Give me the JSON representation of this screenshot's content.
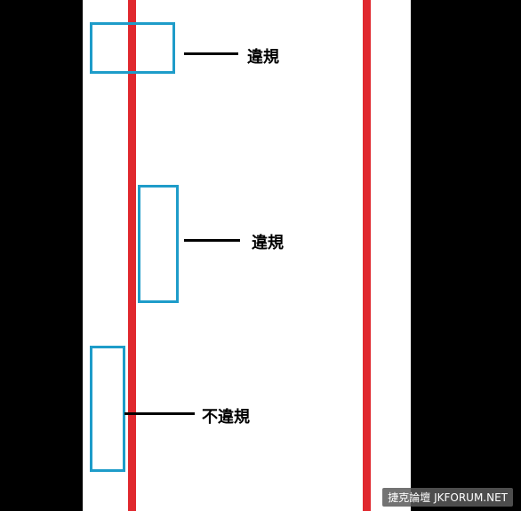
{
  "colors": {
    "background": "#000000",
    "canvas": "#ffffff",
    "line": "#e0282e",
    "box": "#1e9cc9",
    "leader": "#000000",
    "text": "#000000"
  },
  "labels": {
    "violation_1": "違規",
    "violation_2": "違規",
    "no_violation": "不違規"
  },
  "watermark": "捷克論壇 JKFORUM.NET"
}
